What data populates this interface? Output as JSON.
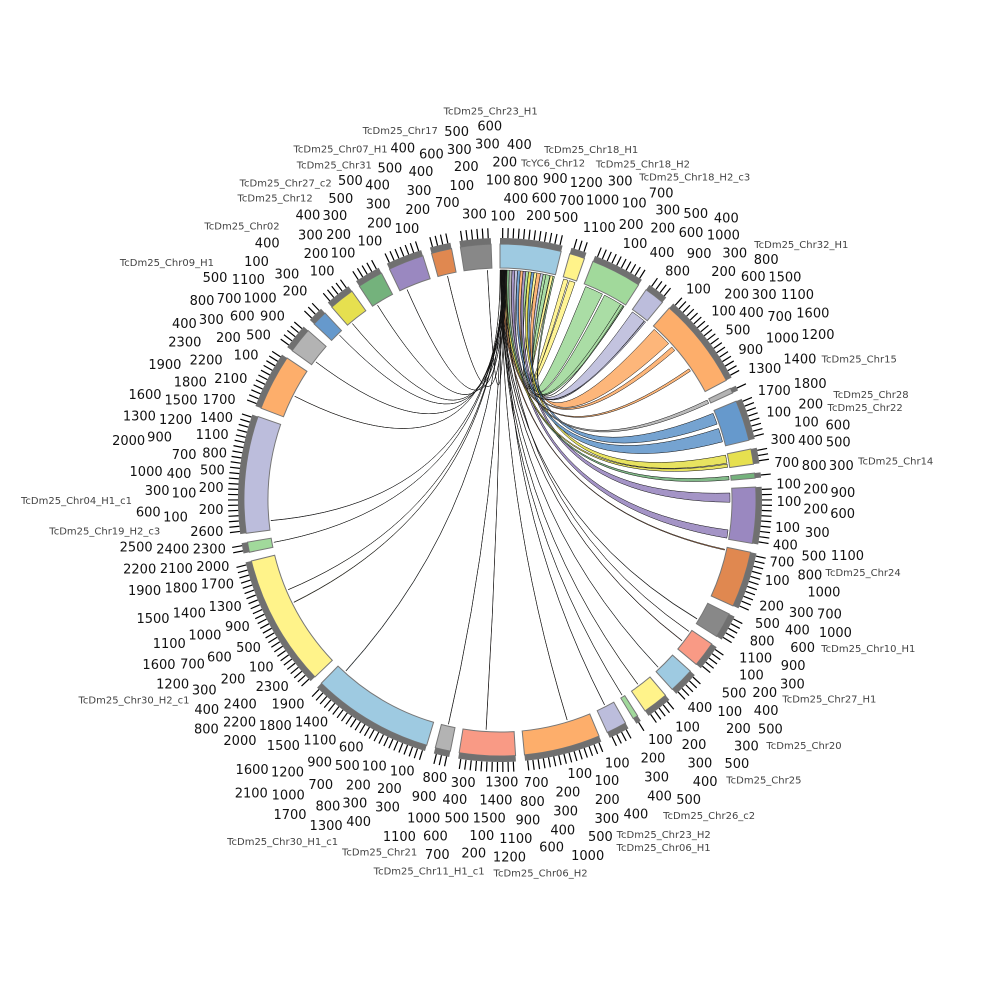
{
  "chart_data": {
    "type": "circos",
    "title": "",
    "tick_interval": 100,
    "segments": [
      {
        "name": "TcYC6_Chr12",
        "length": 1200,
        "color": "#9ecae1"
      },
      {
        "name": "TcDm25_Chr18_H1",
        "length": 300,
        "color": "#fff38a"
      },
      {
        "name": "TcDm25_Chr18_H2",
        "length": 1000,
        "color": "#a1d99b"
      },
      {
        "name": "TcDm25_Chr18_H2_c3",
        "length": 400,
        "color": "#bcbddc"
      },
      {
        "name": "TcDm25_Chr32_H1",
        "length": 1800,
        "color": "#fdae6b"
      },
      {
        "name": "TcDm25_Chr15",
        "length": 100,
        "color": "#b3b3b3"
      },
      {
        "name": "TcDm25_Chr22",
        "length": 800,
        "color": "#6699cc"
      },
      {
        "name": "TcDm25_Chr28",
        "length": 300,
        "color": "#e6e04f"
      },
      {
        "name": "TcDm25_Chr14",
        "length": 100,
        "color": "#74b27c"
      },
      {
        "name": "TcDm25_Chr24",
        "length": 1100,
        "color": "#9a88c0"
      },
      {
        "name": "TcDm25_Chr10_H1",
        "length": 1100,
        "color": "#e08850"
      },
      {
        "name": "TcDm25_Chr27_H1",
        "length": 500,
        "color": "#888888"
      },
      {
        "name": "TcDm25_Chr20",
        "length": 500,
        "color": "#f99a85"
      },
      {
        "name": "TcDm25_Chr25",
        "length": 500,
        "color": "#9ecae1"
      },
      {
        "name": "TcDm25_Chr26_c2",
        "length": 500,
        "color": "#fff38a"
      },
      {
        "name": "TcDm25_Chr23_H2",
        "length": 100,
        "color": "#a1d99b"
      },
      {
        "name": "TcDm25_Chr06_H1",
        "length": 400,
        "color": "#bcbddc"
      },
      {
        "name": "TcDm25_Chr06_H2",
        "length": 1500,
        "color": "#fdae6b"
      },
      {
        "name": "TcDm25_Chr11_H1_c1",
        "length": 1100,
        "color": "#f99a85"
      },
      {
        "name": "TcDm25_Chr21",
        "length": 300,
        "color": "#b3b3b3"
      },
      {
        "name": "TcDm25_Chr30_H1_c1",
        "length": 2400,
        "color": "#9ecae1"
      },
      {
        "name": "TcDm25_Chr30_H2_c1",
        "length": 2600,
        "color": "#fff38a"
      },
      {
        "name": "TcDm25_Chr19_H2_c3",
        "length": 200,
        "color": "#a1d99b"
      },
      {
        "name": "TcDm25_Chr04_H1_c1",
        "length": 2300,
        "color": "#bcbddc"
      },
      {
        "name": "TcDm25_Chr09_H1",
        "length": 1100,
        "color": "#fdae6b"
      },
      {
        "name": "TcDm25_Chr02",
        "length": 500,
        "color": "#b3b3b3"
      },
      {
        "name": "TcDm25_Chr12",
        "length": 300,
        "color": "#6699cc"
      },
      {
        "name": "TcDm25_Chr27_c2",
        "length": 500,
        "color": "#e6e04f"
      },
      {
        "name": "TcDm25_Chr31",
        "length": 500,
        "color": "#74b27c"
      },
      {
        "name": "TcDm25_Chr07_H1",
        "length": 700,
        "color": "#9a88c0"
      },
      {
        "name": "TcDm25_Chr17",
        "length": 400,
        "color": "#e08850"
      },
      {
        "name": "TcDm25_Chr23_H1",
        "length": 600,
        "color": "#888888"
      }
    ],
    "links": [
      {
        "s": 0,
        "s1": 1100,
        "s2": 1160,
        "t": 1,
        "t1": 20,
        "t2": 120
      },
      {
        "s": 0,
        "s1": 1000,
        "s2": 1090,
        "t": 2,
        "t1": 50,
        "t2": 450
      },
      {
        "s": 0,
        "s1": 940,
        "s2": 1000,
        "t": 2,
        "t1": 500,
        "t2": 900
      },
      {
        "s": 0,
        "s1": 880,
        "s2": 940,
        "t": 3,
        "t1": 30,
        "t2": 350
      },
      {
        "s": 0,
        "s1": 800,
        "s2": 880,
        "t": 4,
        "t1": 60,
        "t2": 500
      },
      {
        "s": 0,
        "s1": 740,
        "s2": 800,
        "t": 1,
        "t1": 150,
        "t2": 280
      },
      {
        "s": 0,
        "s1": 680,
        "s2": 740,
        "t": 6,
        "t1": 50,
        "t2": 300
      },
      {
        "s": 0,
        "s1": 620,
        "s2": 680,
        "t": 7,
        "t1": 20,
        "t2": 200
      },
      {
        "s": 0,
        "s1": 560,
        "s2": 620,
        "t": 2,
        "t1": 900,
        "t2": 990
      },
      {
        "s": 0,
        "s1": 500,
        "s2": 560,
        "t": 9,
        "t1": 100,
        "t2": 300
      },
      {
        "s": 0,
        "s1": 440,
        "s2": 500,
        "t": 4,
        "t1": 600,
        "t2": 700
      },
      {
        "s": 0,
        "s1": 380,
        "s2": 440,
        "t": 6,
        "t1": 400,
        "t2": 700
      },
      {
        "s": 0,
        "s1": 320,
        "s2": 380,
        "t": 3,
        "t1": 360,
        "t2": 390
      },
      {
        "s": 0,
        "s1": 260,
        "s2": 320,
        "t": 9,
        "t1": 900,
        "t2": 1080
      },
      {
        "s": 0,
        "s1": 200,
        "s2": 260,
        "t": 5,
        "t1": 10,
        "t2": 90
      },
      {
        "s": 0,
        "s1": 150,
        "s2": 200,
        "t": 8,
        "t1": 10,
        "t2": 90
      },
      {
        "s": 0,
        "s1": 100,
        "s2": 150,
        "t": 7,
        "t1": 220,
        "t2": 290
      },
      {
        "s": 0,
        "s1": 60,
        "s2": 100,
        "t": 4,
        "t1": 1200,
        "t2": 1260
      },
      {
        "s": 0,
        "s1": 30,
        "s2": 60,
        "t": 10,
        "t1": 50,
        "t2": 70
      },
      {
        "s": 0,
        "s1": 20,
        "s2": 30,
        "t": 11,
        "t1": 400,
        "t2": 410
      },
      {
        "s": 0,
        "s1": 10,
        "s2": 20,
        "t": 12,
        "t1": 300,
        "t2": 310
      },
      {
        "s": 0,
        "s1": 5,
        "s2": 12,
        "t": 13,
        "t1": 400,
        "t2": 407
      },
      {
        "s": 0,
        "s1": 12,
        "s2": 18,
        "t": 14,
        "t1": 300,
        "t2": 306
      },
      {
        "s": 0,
        "s1": 22,
        "s2": 27,
        "t": 15,
        "t1": 40,
        "t2": 45
      },
      {
        "s": 0,
        "s1": 35,
        "s2": 40,
        "t": 17,
        "t1": 500,
        "t2": 506
      },
      {
        "s": 0,
        "s1": 42,
        "s2": 47,
        "t": 18,
        "t1": 600,
        "t2": 606
      },
      {
        "s": 0,
        "s1": 48,
        "s2": 53,
        "t": 19,
        "t1": 150,
        "t2": 156
      },
      {
        "s": 0,
        "s1": 54,
        "s2": 59,
        "t": 20,
        "t1": 2200,
        "t2": 2210
      },
      {
        "s": 0,
        "s1": 60,
        "s2": 64,
        "t": 21,
        "t1": 1500,
        "t2": 1510
      },
      {
        "s": 0,
        "s1": 65,
        "s2": 70,
        "t": 21,
        "t1": 1800,
        "t2": 1806
      },
      {
        "s": 0,
        "s1": 72,
        "s2": 76,
        "t": 22,
        "t1": 100,
        "t2": 104
      },
      {
        "s": 0,
        "s1": 78,
        "s2": 82,
        "t": 23,
        "t1": 200,
        "t2": 206
      },
      {
        "s": 0,
        "s1": 84,
        "s2": 88,
        "t": 24,
        "t1": 500,
        "t2": 505
      },
      {
        "s": 0,
        "s1": 90,
        "s2": 94,
        "t": 25,
        "t1": 100,
        "t2": 105
      },
      {
        "s": 0,
        "s1": 96,
        "s2": 100,
        "t": 26,
        "t1": 200,
        "t2": 204
      },
      {
        "s": 0,
        "s1": 2,
        "s2": 6,
        "t": 27,
        "t1": 100,
        "t2": 105
      },
      {
        "s": 0,
        "s1": 104,
        "s2": 108,
        "t": 28,
        "t1": 100,
        "t2": 105
      },
      {
        "s": 0,
        "s1": 110,
        "s2": 114,
        "t": 29,
        "t1": 150,
        "t2": 155
      },
      {
        "s": 0,
        "s1": 116,
        "s2": 120,
        "t": 30,
        "t1": 200,
        "t2": 205
      },
      {
        "s": 0,
        "s1": 122,
        "s2": 126,
        "t": 31,
        "t1": 500,
        "t2": 505
      },
      {
        "s": 0,
        "s1": 130,
        "s2": 136,
        "t": 16,
        "t1": 200,
        "t2": 206
      },
      {
        "s": 0,
        "s1": 140,
        "s2": 146,
        "t": 12,
        "t1": 50,
        "t2": 56
      },
      {
        "s": 0,
        "s1": 1160,
        "s2": 1190,
        "t": 2,
        "t1": 960,
        "t2": 980
      }
    ]
  }
}
